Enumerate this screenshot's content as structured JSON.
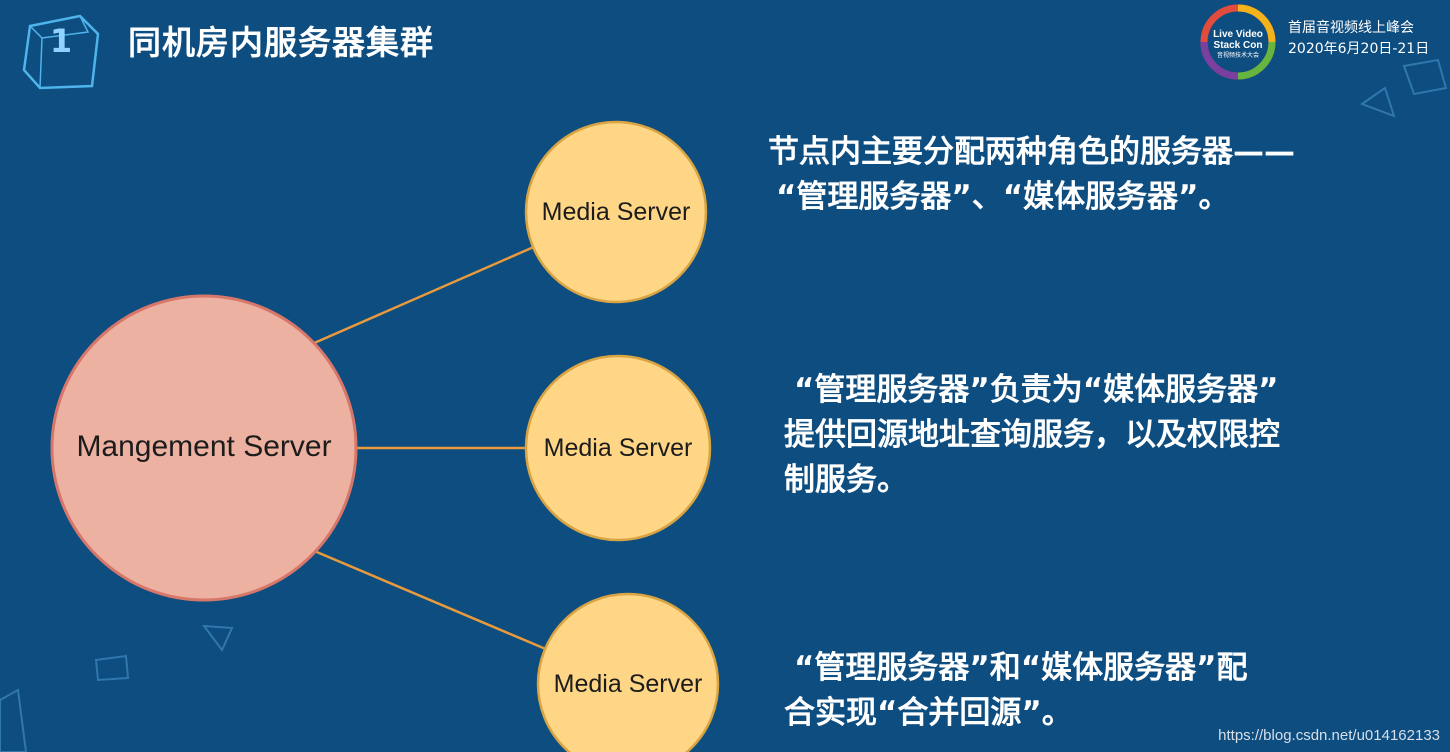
{
  "slide": {
    "number": "1",
    "title": "同机房内服务器集群"
  },
  "logo": {
    "badge_lines": [
      "Live Video",
      "Stack Con",
      "音视频技术大会"
    ],
    "line1": "首届音视频线上峰会",
    "line2": "2020年6月20日-21日"
  },
  "diagram": {
    "management": {
      "label": "Mangement Server",
      "color": "#edb1a2"
    },
    "media_servers": [
      {
        "label": "Media Server",
        "color": "#ffd685"
      },
      {
        "label": "Media Server",
        "color": "#ffd685"
      },
      {
        "label": "Media Server",
        "color": "#ffd685"
      }
    ]
  },
  "descriptions": [
    {
      "lines": [
        "节点内主要分配两种角色的服务器——",
        "“管理服务器”、“媒体服务器”。"
      ]
    },
    {
      "lines": [
        "“管理服务器”负责为“媒体服务器”",
        "提供回源地址查询服务，以及权限控",
        "制服务。"
      ]
    },
    {
      "lines": [
        "“管理服务器”和“媒体服务器”配",
        "合实现“合并回源”。"
      ]
    }
  ],
  "watermark": "https://blog.csdn.net/u014162133"
}
